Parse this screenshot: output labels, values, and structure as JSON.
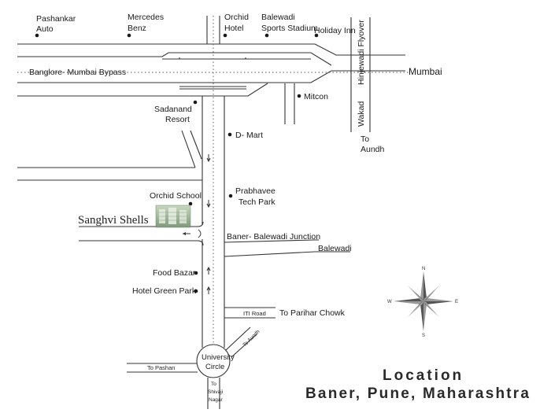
{
  "map": {
    "labels": {
      "pashankar_l1": "Pashankar",
      "pashankar_l2": "Auto",
      "mercedes_l1": "Mercedes",
      "mercedes_l2": "Benz",
      "orchid_hotel_l1": "Orchid",
      "orchid_hotel_l2": "Hotel",
      "balewadi_stadium_l1": "Balewadi",
      "balewadi_stadium_l2": "Sports Stadium",
      "holiday_inn": "Holiday Inn",
      "hinjewadi_flyover": "Hinjewadi Flyover",
      "bypass": "Banglore- Mumbai Bypass",
      "mumbai": "Mumbai",
      "sadanand_l1": "Sadanand",
      "sadanand_l2": "Resort",
      "mitcon": "Mitcon",
      "wakad": "Wakad",
      "to_aundh_l1": "To",
      "to_aundh_l2": "Aundh",
      "dmart": "D- Mart",
      "orchid_school": "Orchid School",
      "prabhavee_l1": "Prabhavee",
      "prabhavee_l2": "Tech Park",
      "sanghvi": "Sanghvi Shells",
      "junction": "Baner- Balewadi Junction",
      "balewadi": "Balewadi",
      "food_bazar": "Food Bazar",
      "hotel_green_park": "Hotel Green Park",
      "iti_road": "ITI Road",
      "to_parihar": "To Parihar Chowk",
      "university_l1": "University",
      "university_l2": "Circle",
      "to_pashan": "To Pashan",
      "to_aundh_diag": "To Aundh",
      "to_shivaji_l1": "To",
      "to_shivaji_l2": "Shivaji",
      "to_shivaji_l3": "Nagar"
    },
    "compass": {
      "n": "N",
      "s": "S",
      "e": "E",
      "w": "W"
    },
    "title": {
      "line1": "Location",
      "line2": "Baner, Pune, Maharashtra"
    }
  }
}
